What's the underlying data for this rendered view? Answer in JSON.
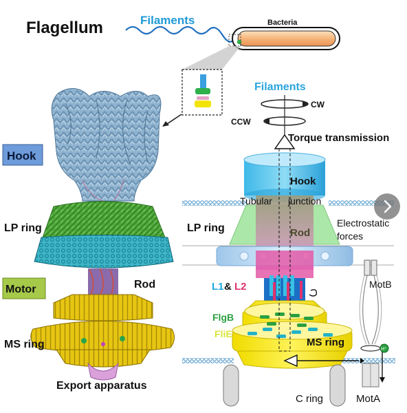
{
  "title": "Flagellum",
  "top": {
    "filaments_label": "Filaments",
    "bacteria_label": "Bacteria"
  },
  "left_labels": {
    "hook": "Hook",
    "lp_ring": "LP ring",
    "motor": "Motor",
    "rod": "Rod",
    "ms_ring": "MS ring",
    "export": "Export apparatus"
  },
  "right_labels": {
    "filaments": "Filaments",
    "cw": "CW",
    "ccw": "CCW",
    "torque": "Torque transmission",
    "hook": "Hook",
    "tubular": "Tubular",
    "junction": "junction",
    "lp_ring": "LP ring",
    "rod": "Rod",
    "electrostatic1": "Electrostatic",
    "electrostatic2": "forces",
    "l1": "L1",
    "amp": "&",
    "l2": "L2",
    "motb": "MotB",
    "flgb": "FlgB",
    "flie": "FliE",
    "ms_ring": "MS ring",
    "h_plus": "H⁺",
    "c_ring": "C ring",
    "mota": "MotA"
  },
  "colors": {
    "filament_blue": "#1f8ad6",
    "hook_label_bg": "#6e9bd9",
    "motor_label_bg": "#a6c94a",
    "lp_green": "#5fb84a",
    "ms_yellow": "#f5e80c",
    "l1_cyan": "#1fa8e0",
    "l2_pink": "#e0336c",
    "flgb_green": "#2aa040",
    "flie_yellow": "#d8e63a"
  },
  "icons": {
    "next": "chevron-right-icon"
  }
}
